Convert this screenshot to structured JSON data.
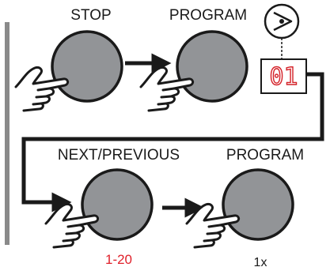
{
  "steps": [
    {
      "label": "STOP"
    },
    {
      "label": "PROGRAM"
    },
    {
      "label": "NEXT/PREVIOUS",
      "sublabel": "1-20"
    },
    {
      "label": "PROGRAM",
      "sublabel": "1x"
    }
  ],
  "display": {
    "value": "01"
  },
  "icons": {
    "program_indicator": "play-in-circle-icon",
    "hand": "pointing-hand-icon"
  },
  "colors": {
    "accent_red": "#e0202a",
    "knob_gray": "#929497",
    "line": "#1a1a1a"
  }
}
